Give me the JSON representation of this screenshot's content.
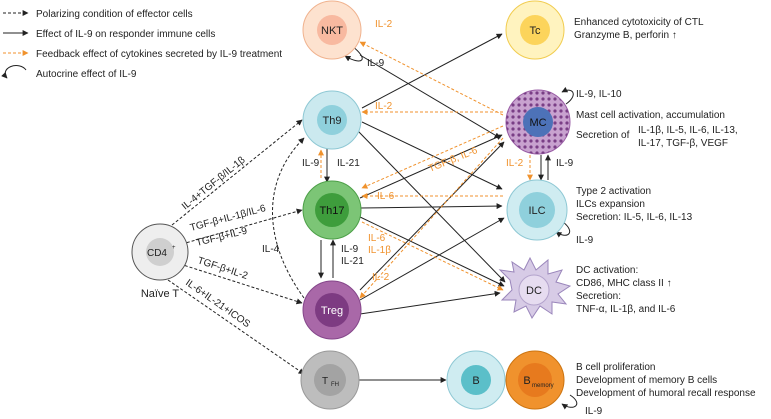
{
  "legend": {
    "polarizing": "Polarizing condition of effector cells",
    "effect": "Effect of IL-9 on responder immune cells",
    "feedback": "Feedback effect of cytokines secreted by IL-9 treatment",
    "autocrine": "Autocrine effect of IL-9"
  },
  "cells": {
    "nkt": "NKT",
    "th9": "Th9",
    "th17": "Th17",
    "treg": "Treg",
    "cd4": "CD4",
    "cd4_sup": "+",
    "tfh": "T",
    "tfh_sub": "FH",
    "tc": "Tc",
    "mc": "MC",
    "ilc": "ILC",
    "dc": "DC",
    "b": "B",
    "bmem": "B",
    "bmem_sub": "memory",
    "naive_label": "Naïve T"
  },
  "polarizing": {
    "th9": "IL-4+TGF-β/IL-1β",
    "th17_1": "TGF-β+IL-1β/IL-6",
    "th17_2": "TGF-β+IL-9",
    "treg": "TGF-β+IL-2",
    "tfh": "IL-6+IL-21+ICOS"
  },
  "cytokines": {
    "nkt_il2": "IL-2",
    "nkt_il9": "IL-9",
    "th9_il2": "IL-2",
    "il9_left": "IL-9",
    "il21_right": "IL-21",
    "il4": "IL-4",
    "tgfb_il6": "TGF-β, IL-6",
    "il6_mid": "IL-6",
    "il2_mc": "IL-2",
    "il9_mc": "IL-9",
    "th17_il9": "IL-9",
    "th17_il21": "IL-21",
    "fb_il6": "IL-6",
    "fb_il1b": "IL-1β",
    "fb_il2": "IL-2"
  },
  "effects": {
    "tc": [
      "Enhanced cytotoxicity of CTL",
      "Granzyme B, perforin ↑"
    ],
    "mc_auto": "IL-9, IL-10",
    "mc_1": "Mast cell activation, accumulation",
    "mc_2a": "Secretion of",
    "mc_2b": "IL-1β, IL-5, IL-6, IL-13,",
    "mc_2c": "IL-17, TGF-β, VEGF",
    "ilc": [
      "Type 2 activation",
      "ILCs expansion",
      "Secretion: IL-5, IL-6, IL-13"
    ],
    "ilc_auto": "IL-9",
    "dc": [
      "DC activation:",
      "CD86, MHC class II ↑",
      "Secretion:",
      "TNF-α, IL-1β, and IL-6"
    ],
    "b": [
      "B cell proliferation",
      "Development of memory B cells",
      "Development of humoral recall response"
    ],
    "b_auto": "IL-9"
  },
  "colors": {
    "orange": "#f0922d",
    "arrow": "#222222",
    "nkt": "#fde2cf",
    "th9": "#cbe9ef",
    "th17": "#7cc576",
    "treg": "#a968a8",
    "cd4": "#d6d6d6",
    "tfh": "#bdbdbd",
    "tc": "#fde08b",
    "mc": "#a86fb0",
    "ilc": "#bfe3ea",
    "dc": "#d7cbe6",
    "b": "#bfe3ea",
    "bmem": "#f0922d"
  }
}
